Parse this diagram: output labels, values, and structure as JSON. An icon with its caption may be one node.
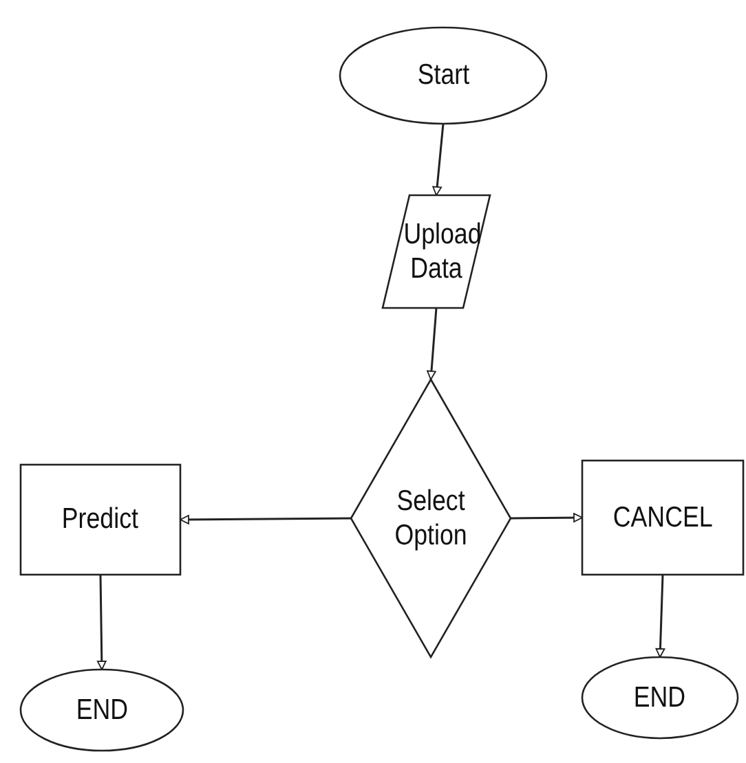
{
  "diagram": {
    "nodes": [
      {
        "text": [
          "Start"
        ]
      },
      {
        "text": [
          "Upload Data"
        ]
      },
      {
        "text": [
          "Select Option"
        ]
      },
      {
        "text": [
          "Predict"
        ]
      },
      {
        "text": [
          "CANCEL"
        ]
      },
      {
        "text": [
          "END"
        ]
      },
      {
        "text": [
          "END"
        ]
      }
    ],
    "edges": [
      {
        "from": 0,
        "to": 1,
        "arrow": "to"
      },
      {
        "from": 1,
        "to": 2,
        "arrow": "to"
      },
      {
        "from": 2,
        "to": 3,
        "arrow": "to"
      },
      {
        "from": 2,
        "to": 4,
        "arrow": "to"
      },
      {
        "from": 3,
        "to": 5,
        "arrow": "to"
      },
      {
        "from": 4,
        "to": 6,
        "arrow": "to"
      }
    ]
  }
}
